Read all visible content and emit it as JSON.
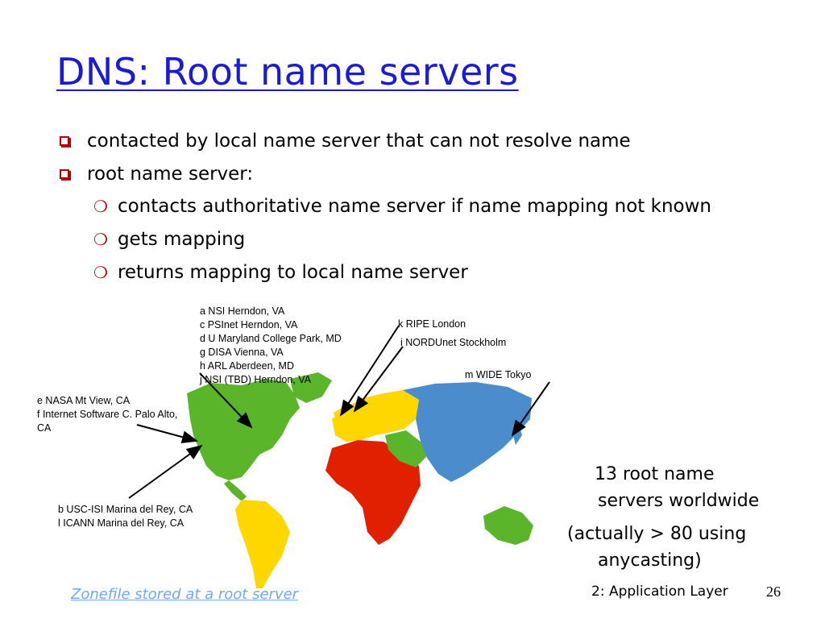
{
  "slide": {
    "title": "DNS: Root name servers",
    "bullets": [
      {
        "text": "contacted by local name server that can not resolve name"
      },
      {
        "text": "root name server:"
      }
    ],
    "sub_bullets": [
      {
        "text": "contacts authoritative name server if name mapping not known"
      },
      {
        "text": "gets mapping"
      },
      {
        "text": "returns mapping to local name server"
      }
    ],
    "labels": {
      "east_us": [
        "a NSI Herndon, VA",
        "c PSInet Herndon, VA",
        "d U Maryland College Park, MD",
        "g DISA Vienna, VA",
        "h ARL Aberdeen, MD",
        "j  NSI (TBD) Herndon, VA"
      ],
      "west_us_north": [
        "e NASA Mt View, CA",
        "f  Internet Software C. Palo Alto,",
        "CA"
      ],
      "west_us_south": [
        "b USC-ISI Marina del Rey, CA",
        "l  ICANN Marina del Rey, CA"
      ],
      "london": "k RIPE London",
      "stockholm": "i NORDUnet Stockholm",
      "tokyo": "m WIDE Tokyo"
    },
    "note": [
      "13 root name",
      "servers worldwide",
      "(actually > 80 using",
      "anycasting)"
    ],
    "footer_link": "Zonefile stored at a root server",
    "footer": "2: Application Layer",
    "page_number": "26",
    "colors": {
      "title": "#1b1bd6",
      "bullet": "#b10000",
      "north_america": "#5ab52a",
      "south_america": "#ffd700",
      "europe": "#ffd700",
      "africa": "#e02000",
      "middle_east": "#5ab52a",
      "asia": "#4a8ccc",
      "australia": "#5ab52a"
    }
  }
}
